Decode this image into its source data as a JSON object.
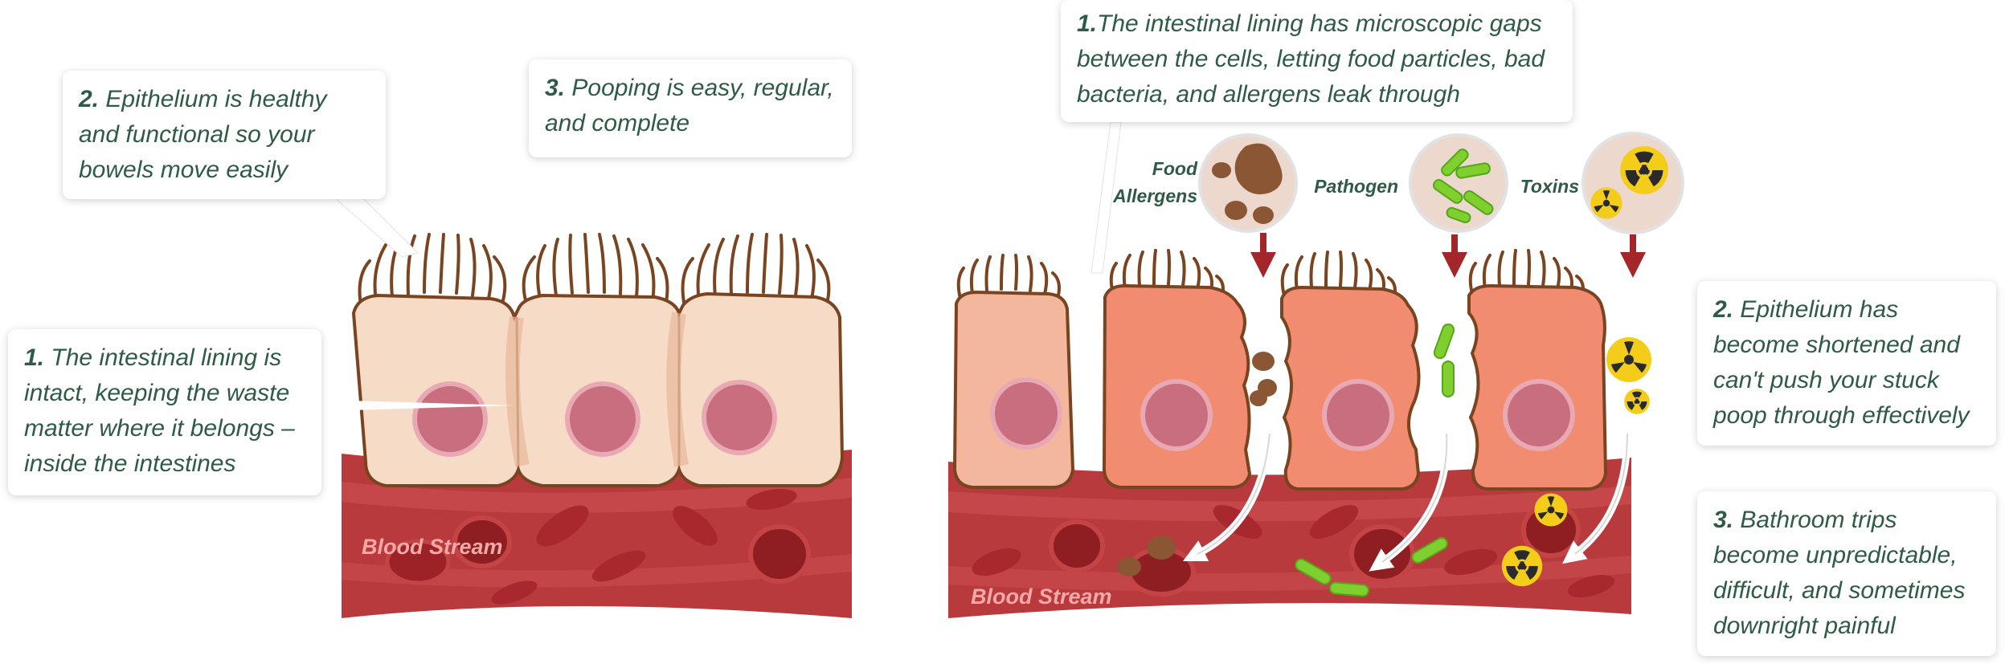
{
  "colors": {
    "text": "#2f5a48",
    "healthy_cell": "#f6dcc6",
    "leaky_cell": "#f28c70",
    "cell_outline": "#7a4420",
    "nucleus": "#c86e7e",
    "blood": "#b83a3c",
    "blood_stripe": "#cf5051",
    "red_cell": "#b0272c",
    "arrow": "#a3262a",
    "pathogen": "#7fcf2f",
    "food": "#8a5634",
    "toxin": "#f4cc1a"
  },
  "left_panel": {
    "callouts": [
      {
        "num": "2.",
        "text": "Epithelium is healthy and functional so your bowels move easily"
      },
      {
        "num": "3.",
        "text": "Pooping is easy, regular, and complete"
      },
      {
        "num": "1.",
        "text": "The intestinal lining is intact, keeping the waste matter where it belongs – inside the intestines"
      }
    ],
    "blood_label": "Blood Stream"
  },
  "right_panel": {
    "callouts": [
      {
        "num": "1.",
        "text": "The intestinal lining has microscopic gaps between the cells, letting food particles, bad bacteria, and allergens leak through"
      },
      {
        "num": "2.",
        "text": "Epithelium has become shortened and can't push your stuck poop through effectively"
      },
      {
        "num": "3.",
        "text": "Bathroom trips become unpredictable, difficult, and sometimes downright painful"
      }
    ],
    "particle_labels": {
      "food_line1": "Food",
      "food_line2": "Allergens",
      "pathogen": "Pathogen",
      "toxins": "Toxins"
    },
    "blood_label": "Blood Stream"
  }
}
